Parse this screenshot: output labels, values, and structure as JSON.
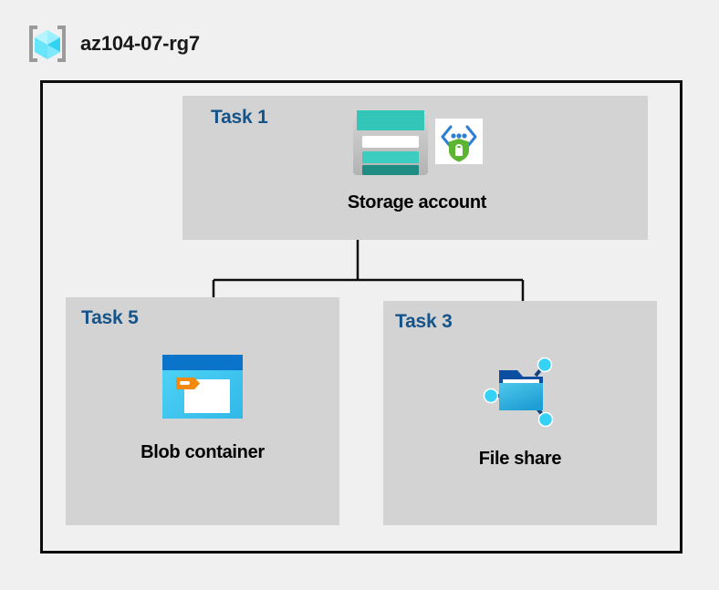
{
  "resource_group": {
    "name": "az104-07-rg7",
    "icon": "resource-group-cube-icon"
  },
  "diagram": {
    "background_color": "#f0f0f0",
    "container_border_color": "#0d0d0d",
    "task_box_color": "#d3d3d3",
    "task_label_color": "#14548a",
    "caption_color": "#000000",
    "connector_color": "#0d0d0d"
  },
  "tasks": [
    {
      "id": "task-1",
      "label": "Task 1",
      "resource": {
        "name": "Storage account",
        "icons": [
          "storage-account-icon",
          "secure-endpoint-shield-icon"
        ]
      }
    },
    {
      "id": "task-5",
      "label": "Task 5",
      "resource": {
        "name": "Blob container",
        "icons": [
          "blob-container-icon"
        ]
      }
    },
    {
      "id": "task-3",
      "label": "Task 3",
      "resource": {
        "name": "File share",
        "icons": [
          "file-share-icon"
        ]
      }
    }
  ],
  "connections": [
    {
      "from": "Storage account",
      "to": "Blob container"
    },
    {
      "from": "Storage account",
      "to": "File share"
    }
  ]
}
